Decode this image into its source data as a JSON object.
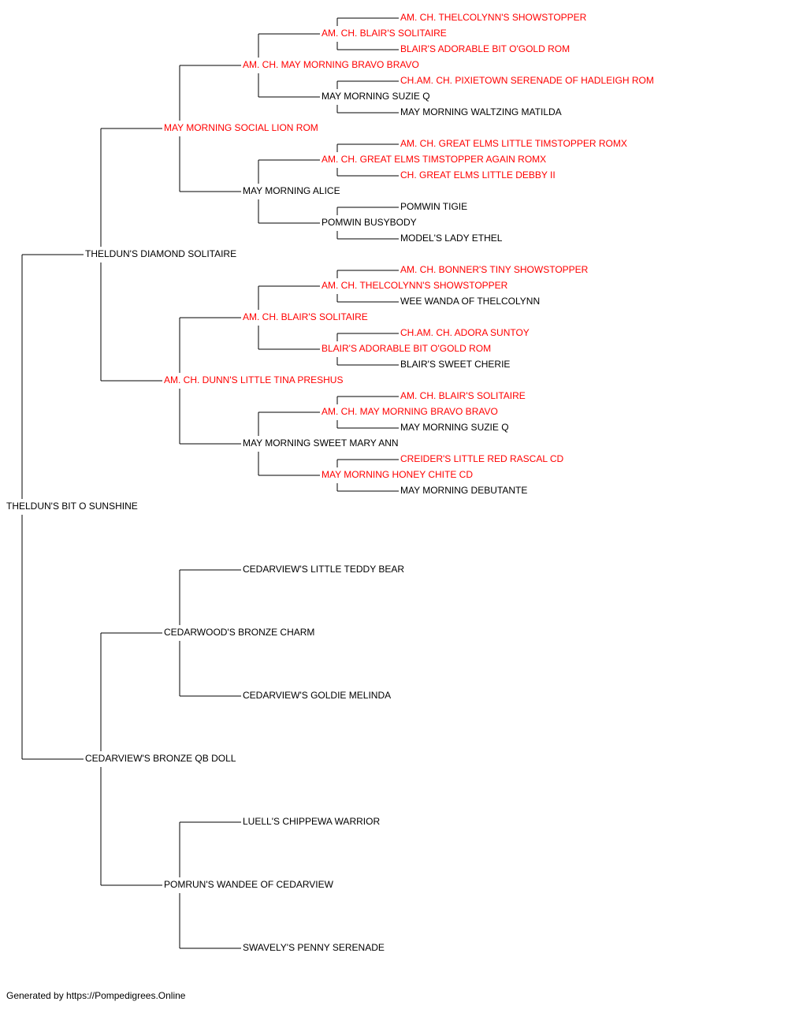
{
  "colors": {
    "champion": "#ff0000",
    "normal": "#000000",
    "line": "#000000"
  },
  "pedigree": {
    "name": "THELDUN'S BIT O SUNSHINE",
    "champion": false,
    "sire": {
      "name": "THELDUN'S DIAMOND SOLITAIRE",
      "champion": false,
      "sire": {
        "name": "MAY MORNING SOCIAL LION ROM",
        "champion": true,
        "sire": {
          "name": "AM. CH. MAY MORNING BRAVO BRAVO",
          "champion": true,
          "sire": {
            "name": "AM. CH. BLAIR'S SOLITAIRE",
            "champion": true,
            "sire": {
              "name": "AM. CH. THELCOLYNN'S SHOWSTOPPER",
              "champion": true
            },
            "dam": {
              "name": "BLAIR'S ADORABLE BIT O'GOLD ROM",
              "champion": true
            }
          },
          "dam": {
            "name": "MAY MORNING SUZIE Q",
            "champion": false,
            "sire": {
              "name": "CH.AM. CH. PIXIETOWN SERENADE OF HADLEIGH ROM",
              "champion": true
            },
            "dam": {
              "name": "MAY MORNING WALTZING MATILDA",
              "champion": false
            }
          }
        },
        "dam": {
          "name": "MAY MORNING ALICE",
          "champion": false,
          "sire": {
            "name": "AM. CH. GREAT ELMS TIMSTOPPER AGAIN ROMX",
            "champion": true,
            "sire": {
              "name": "AM. CH. GREAT ELMS LITTLE TIMSTOPPER ROMX",
              "champion": true
            },
            "dam": {
              "name": "CH. GREAT ELMS LITTLE DEBBY II",
              "champion": true
            }
          },
          "dam": {
            "name": "POMWIN BUSYBODY",
            "champion": false,
            "sire": {
              "name": "POMWIN TIGIE",
              "champion": false
            },
            "dam": {
              "name": "MODEL'S LADY ETHEL",
              "champion": false
            }
          }
        }
      },
      "dam": {
        "name": "AM. CH. DUNN'S LITTLE TINA PRESHUS",
        "champion": true,
        "sire": {
          "name": "AM. CH. BLAIR'S SOLITAIRE",
          "champion": true,
          "sire": {
            "name": "AM. CH. THELCOLYNN'S SHOWSTOPPER",
            "champion": true,
            "sire": {
              "name": "AM. CH. BONNER'S TINY SHOWSTOPPER",
              "champion": true
            },
            "dam": {
              "name": "WEE WANDA OF THELCOLYNN",
              "champion": false
            }
          },
          "dam": {
            "name": "BLAIR'S ADORABLE BIT O'GOLD ROM",
            "champion": true,
            "sire": {
              "name": "CH.AM. CH. ADORA SUNTOY",
              "champion": true
            },
            "dam": {
              "name": "BLAIR'S SWEET CHERIE",
              "champion": false
            }
          }
        },
        "dam": {
          "name": "MAY MORNING SWEET MARY ANN",
          "champion": false,
          "sire": {
            "name": "AM. CH. MAY MORNING BRAVO BRAVO",
            "champion": true,
            "sire": {
              "name": "AM. CH. BLAIR'S SOLITAIRE",
              "champion": true
            },
            "dam": {
              "name": "MAY MORNING SUZIE Q",
              "champion": false
            }
          },
          "dam": {
            "name": "MAY MORNING HONEY CHITE CD",
            "champion": true,
            "sire": {
              "name": "CREIDER'S LITTLE RED RASCAL CD",
              "champion": true
            },
            "dam": {
              "name": "MAY MORNING DEBUTANTE",
              "champion": false
            }
          }
        }
      }
    },
    "dam": {
      "name": "CEDARVIEW'S BRONZE QB DOLL",
      "champion": false,
      "sire": {
        "name": "CEDARWOOD'S BRONZE CHARM",
        "champion": false,
        "sire": {
          "name": "CEDARVIEW'S LITTLE TEDDY BEAR",
          "champion": false
        },
        "dam": {
          "name": "CEDARVIEW'S GOLDIE MELINDA",
          "champion": false
        }
      },
      "dam": {
        "name": "POMRUN'S WANDEE OF CEDARVIEW",
        "champion": false,
        "sire": {
          "name": "LUELL'S CHIPPEWA WARRIOR",
          "champion": false
        },
        "dam": {
          "name": "SWAVELY'S PENNY SERENADE",
          "champion": false
        }
      }
    }
  },
  "footer": {
    "text": "Generated by https://Pompedigrees.Online"
  }
}
